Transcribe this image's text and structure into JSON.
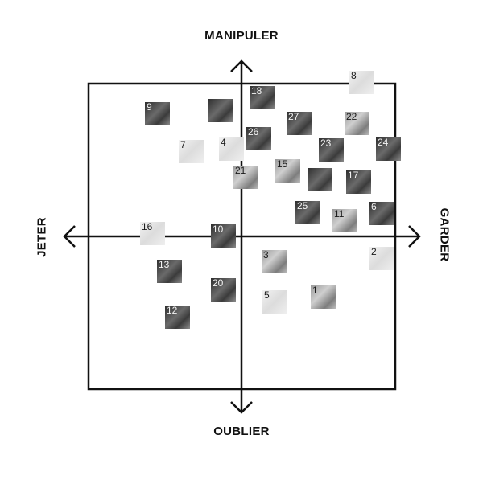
{
  "axes": {
    "top": "MANIPULER",
    "bottom": "OUBLIER",
    "left": "JETER",
    "right": "GARDER"
  },
  "items": [
    {
      "label": "8",
      "tone": "light"
    },
    {
      "label": "9",
      "tone": "dark"
    },
    {
      "label": "",
      "tone": "dark"
    },
    {
      "label": "18",
      "tone": "dark"
    },
    {
      "label": "27",
      "tone": "dark"
    },
    {
      "label": "22",
      "tone": "mid"
    },
    {
      "label": "7",
      "tone": "light"
    },
    {
      "label": "4",
      "tone": "light"
    },
    {
      "label": "26",
      "tone": "dark"
    },
    {
      "label": "23",
      "tone": "dark"
    },
    {
      "label": "24",
      "tone": "dark"
    },
    {
      "label": "21",
      "tone": "mid"
    },
    {
      "label": "15",
      "tone": "mid"
    },
    {
      "label": "",
      "tone": "dark"
    },
    {
      "label": "17",
      "tone": "dark"
    },
    {
      "label": "25",
      "tone": "dark"
    },
    {
      "label": "11",
      "tone": "mid"
    },
    {
      "label": "6",
      "tone": "dark"
    },
    {
      "label": "16",
      "tone": "light"
    },
    {
      "label": "10",
      "tone": "dark"
    },
    {
      "label": "2",
      "tone": "light"
    },
    {
      "label": "3",
      "tone": "mid"
    },
    {
      "label": "13",
      "tone": "dark"
    },
    {
      "label": "20",
      "tone": "dark"
    },
    {
      "label": "5",
      "tone": "light"
    },
    {
      "label": "1",
      "tone": "mid"
    },
    {
      "label": "12",
      "tone": "dark"
    }
  ]
}
